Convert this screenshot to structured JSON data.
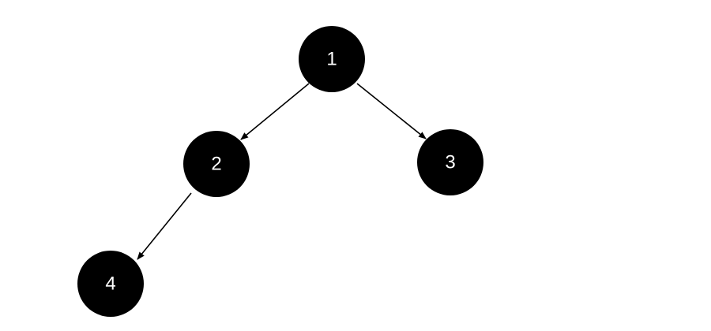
{
  "diagram": {
    "type": "tree",
    "node_color": "#000000",
    "label_color": "#ffffff",
    "edge_color": "#000000",
    "nodes": [
      {
        "id": "n1",
        "label": "1"
      },
      {
        "id": "n2",
        "label": "2"
      },
      {
        "id": "n3",
        "label": "3"
      },
      {
        "id": "n4",
        "label": "4"
      }
    ],
    "edges": [
      {
        "from": "n1",
        "to": "n2"
      },
      {
        "from": "n1",
        "to": "n3"
      },
      {
        "from": "n2",
        "to": "n4"
      }
    ]
  }
}
